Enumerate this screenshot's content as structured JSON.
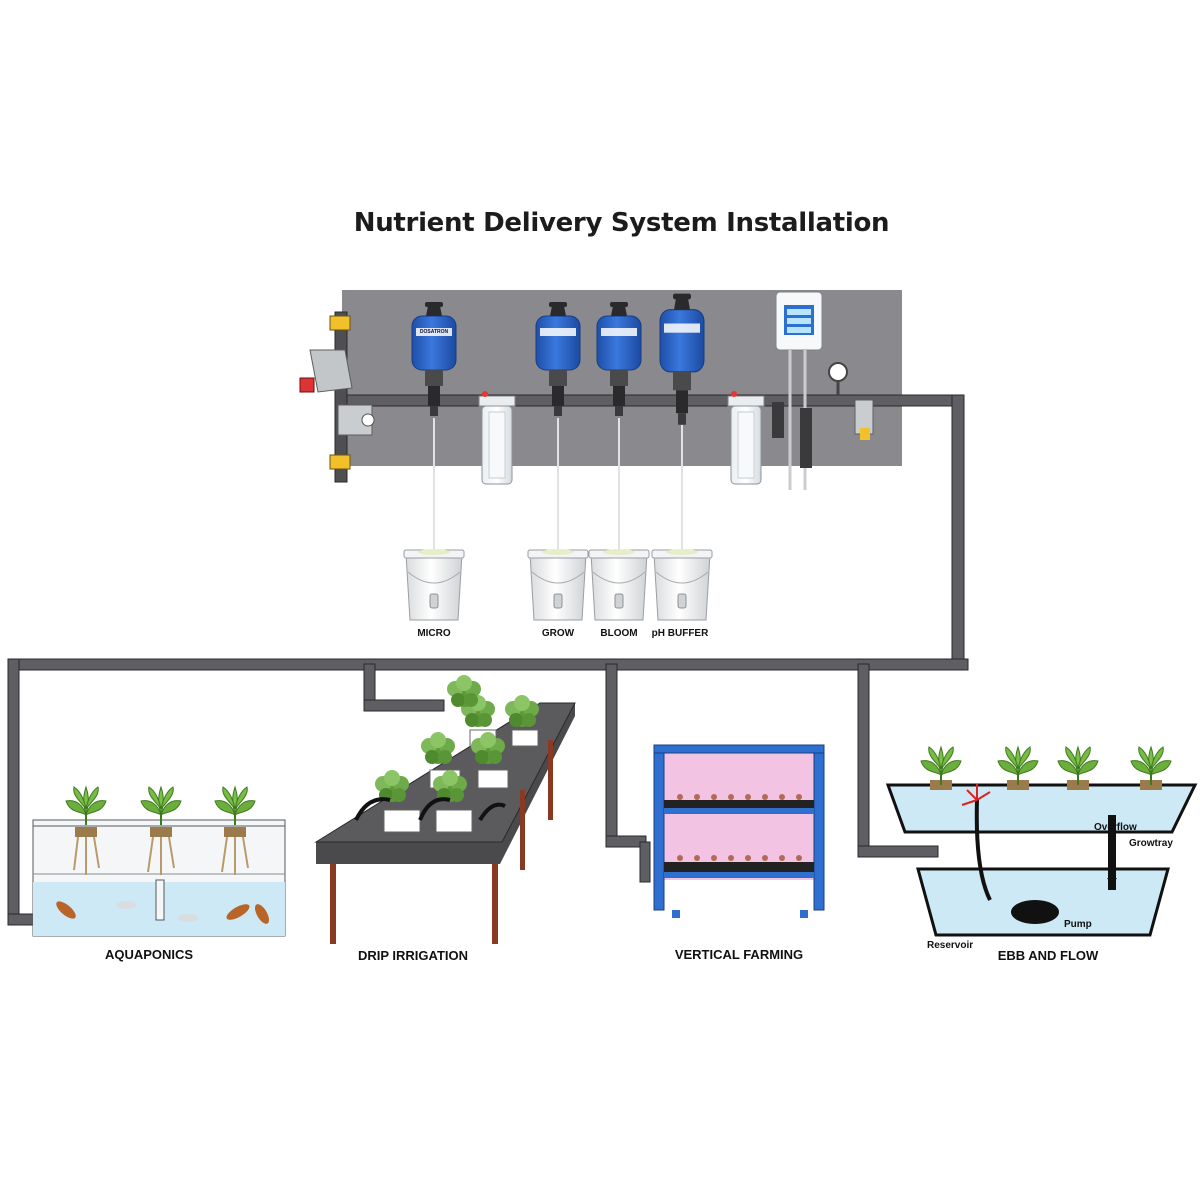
{
  "title": "Nutrient Delivery System Installation",
  "brand": "DOSATRON",
  "containers": [
    {
      "label": "MICRO"
    },
    {
      "label": "GROW"
    },
    {
      "label": "BLOOM"
    },
    {
      "label": "pH BUFFER"
    }
  ],
  "systems": [
    {
      "label": "AQUAPONICS"
    },
    {
      "label": "DRIP IRRIGATION"
    },
    {
      "label": "VERTICAL FARMING"
    },
    {
      "label": "EBB AND FLOW"
    }
  ],
  "ebb_flow": {
    "overflow": "Overflow",
    "growtray": "Growtray",
    "pump": "Pump",
    "reservoir": "Reservoir"
  },
  "colors": {
    "panel": "#8a8a8e",
    "pipe": "#5f5f63",
    "pipe_edge": "#2a2a2c",
    "dosatron_blue": "#2a63c9",
    "water": "#cde9f5",
    "leaf": "#6cae3c",
    "grow_light": "#f3c3e4",
    "rack": "#2f6fcf"
  }
}
